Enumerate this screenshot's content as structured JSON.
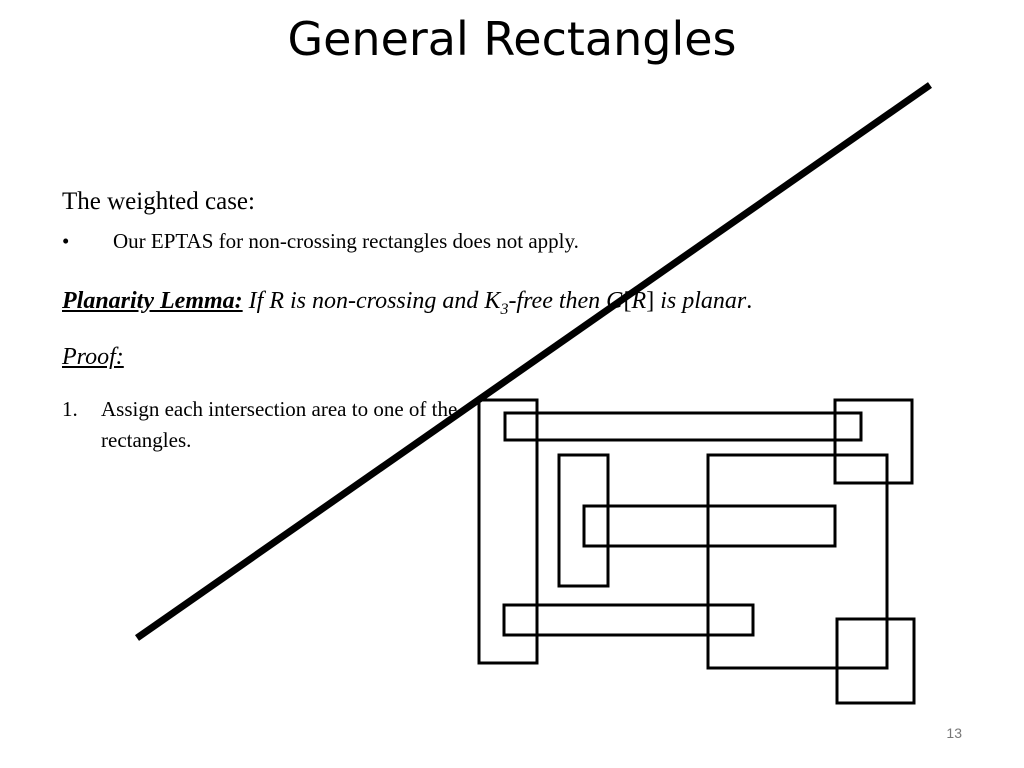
{
  "slide": {
    "title": "General Rectangles",
    "subheading": "The weighted case:",
    "bullets": [
      {
        "marker": "•",
        "text": "Our EPTAS for non-crossing rectangles does not apply."
      }
    ],
    "lemma": {
      "label": "Planarity Lemma:",
      "part1": "If R is non-crossing and K",
      "subscript": "3",
      "part2": "-free then G",
      "part3": "[",
      "part4": "R",
      "part5": "]",
      "part6": " is planar",
      "part7": "."
    },
    "proof_label": "Proof:",
    "steps": [
      {
        "number": "1.",
        "text": "Assign each intersection area to one of the rectangles."
      }
    ],
    "page_number": "13"
  },
  "colors": {
    "ink": "#000000",
    "background": "#ffffff",
    "page_number": "#777777"
  }
}
